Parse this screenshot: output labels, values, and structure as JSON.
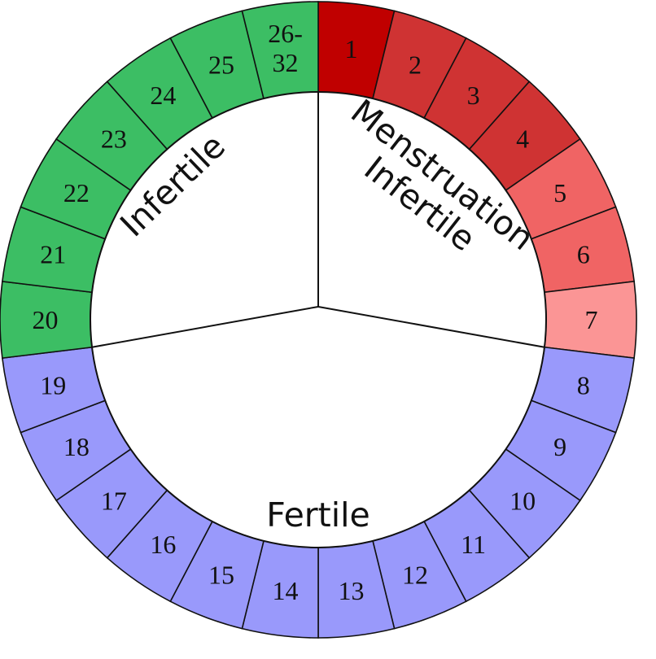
{
  "colors": {
    "red_dark": "#c00000",
    "red": "#cf3333",
    "red_light": "#f06464",
    "pink": "#fb9595",
    "blue": "#9999fb",
    "green": "#3cbe64",
    "outline": "#111111",
    "center": "#ffffff"
  },
  "segments": [
    {
      "label": "1",
      "color": "red_dark"
    },
    {
      "label": "2",
      "color": "red"
    },
    {
      "label": "3",
      "color": "red"
    },
    {
      "label": "4",
      "color": "red"
    },
    {
      "label": "5",
      "color": "red_light"
    },
    {
      "label": "6",
      "color": "red_light"
    },
    {
      "label": "7",
      "color": "pink"
    },
    {
      "label": "8",
      "color": "blue"
    },
    {
      "label": "9",
      "color": "blue"
    },
    {
      "label": "10",
      "color": "blue"
    },
    {
      "label": "11",
      "color": "blue"
    },
    {
      "label": "12",
      "color": "blue"
    },
    {
      "label": "13",
      "color": "blue"
    },
    {
      "label": "14",
      "color": "blue"
    },
    {
      "label": "15",
      "color": "blue"
    },
    {
      "label": "16",
      "color": "blue"
    },
    {
      "label": "17",
      "color": "blue"
    },
    {
      "label": "18",
      "color": "blue"
    },
    {
      "label": "19",
      "color": "blue"
    },
    {
      "label": "20",
      "color": "green"
    },
    {
      "label": "21",
      "color": "green"
    },
    {
      "label": "22",
      "color": "green"
    },
    {
      "label": "23",
      "color": "green"
    },
    {
      "label": "24",
      "color": "green"
    },
    {
      "label": "25",
      "color": "green"
    },
    {
      "label": "26-32",
      "lines": [
        "26-",
        "32"
      ],
      "color": "green"
    }
  ],
  "zones": {
    "menstruation": "Menstruation",
    "menstruation_phase": "Infertile",
    "luteal": "Infertile",
    "fertile": "Fertile"
  }
}
